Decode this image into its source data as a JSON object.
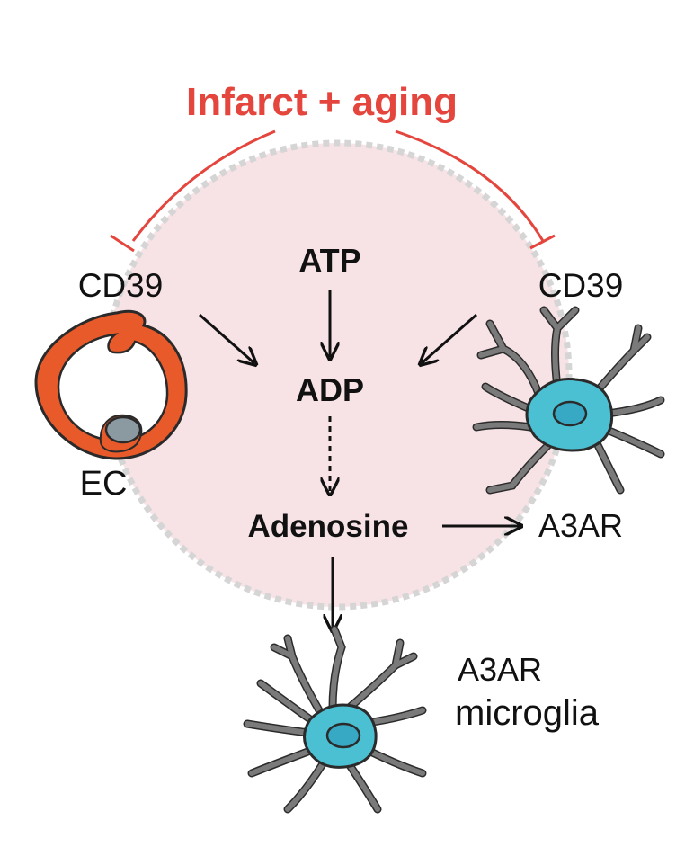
{
  "title": "Infarct + aging",
  "nodes": {
    "atp": "ATP",
    "adp": "ADP",
    "adenosine": "Adenosine",
    "cd39_left": "CD39",
    "cd39_right": "CD39",
    "ec": "EC",
    "a3ar": "A3AR",
    "microglia_line1": "A3AR",
    "microglia_line2": "microglia"
  },
  "colors": {
    "title": "#e4463e",
    "inhibition": "#e4463e",
    "region_fill": "#f7e3e6",
    "region_border": "#d5d5d5",
    "ec_cell": "#e85a2a",
    "nucleus_gray": "#8a9aa0",
    "microglia_body": "#4cc0d3",
    "microglia_nucleus": "#38a9c4",
    "process_gray": "#7a7a7a",
    "arrow": "#111111"
  },
  "icons": {
    "ec": "endothelial-cell-icon",
    "astro": "glial-cell-icon",
    "microglia": "microglia-icon"
  }
}
